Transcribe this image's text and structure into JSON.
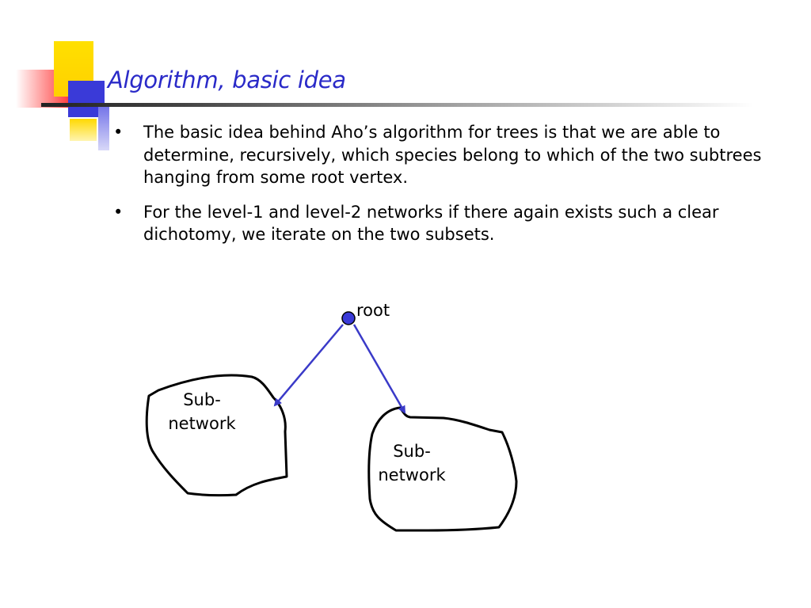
{
  "slide": {
    "title": "Algorithm, basic idea",
    "bullet_char": "•",
    "bullets": [
      "The basic idea behind Aho’s algorithm for trees is that we are able to determine, recursively, which species belong to which of the two subtrees hanging from some root vertex.",
      "For the level-1 and level-2 networks if there again exists such a clear dichotomy, we iterate on the two subsets."
    ]
  },
  "diagram": {
    "root_label": "root",
    "left_blob": {
      "line1": "Sub-",
      "line2": "network"
    },
    "right_blob": {
      "line1": "Sub-",
      "line2": "network"
    }
  },
  "colors": {
    "title": "#2a2ac8",
    "root_fill": "#3a3ad8",
    "arrow": "#3a3ac8",
    "blob_stroke": "#000000"
  }
}
